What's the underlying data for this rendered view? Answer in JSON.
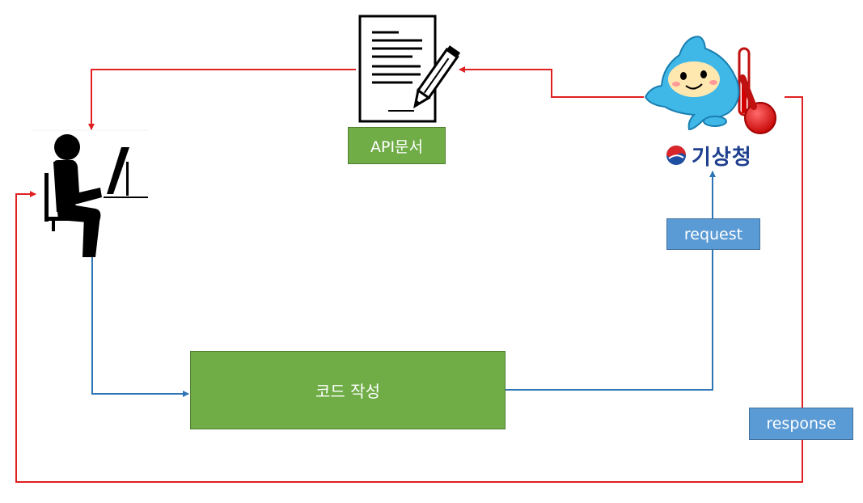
{
  "diagram": {
    "api_doc_label": "API문서",
    "code_label": "코드 작성",
    "request_label": "request",
    "response_label": "response",
    "kma_name": "기상청",
    "colors": {
      "red_arrow": "#e02020",
      "blue_arrow": "#2e75b6",
      "green_box": "#70ad47",
      "blue_box": "#5b9bd5",
      "mascot_body": "#3fb8e8"
    },
    "icons": {
      "developer": "developer-at-computer-icon",
      "document": "document-with-pencil-icon",
      "mascot": "kma-mascot-thermometer-icon",
      "logo": "kma-emblem-icon"
    }
  }
}
